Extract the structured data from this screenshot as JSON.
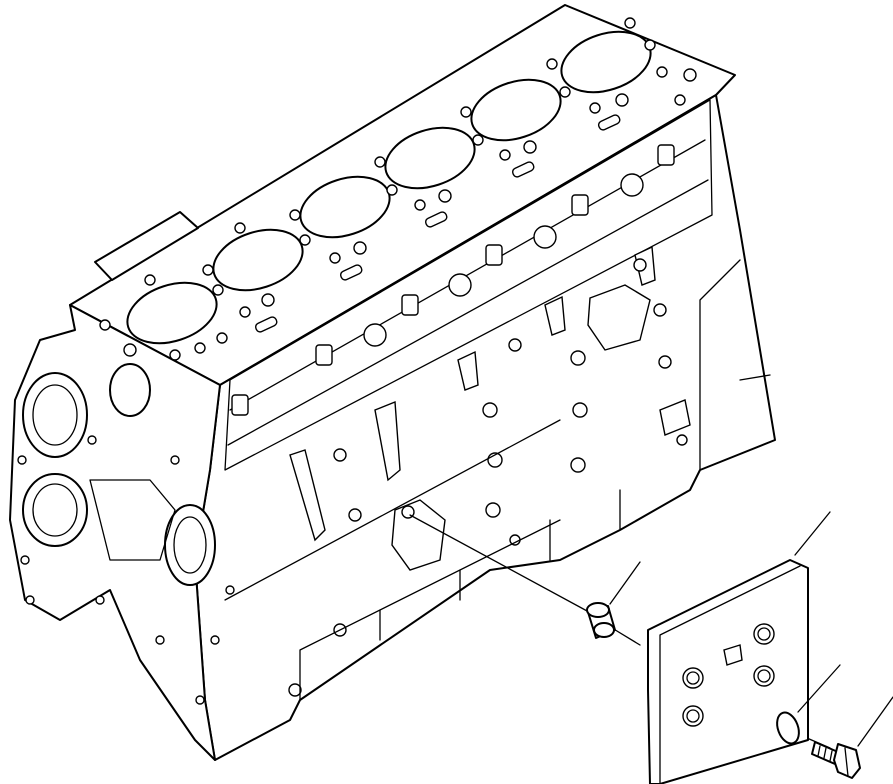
{
  "diagram": {
    "parts": [
      {
        "id": "cylinder-block",
        "label": ""
      },
      {
        "id": "cover-plate",
        "label": ""
      },
      {
        "id": "bushing",
        "label": ""
      },
      {
        "id": "washer",
        "label": ""
      },
      {
        "id": "bolt",
        "label": ""
      }
    ],
    "callout_count": 4,
    "colors": {
      "line": "#000000",
      "background": "#ffffff"
    }
  }
}
